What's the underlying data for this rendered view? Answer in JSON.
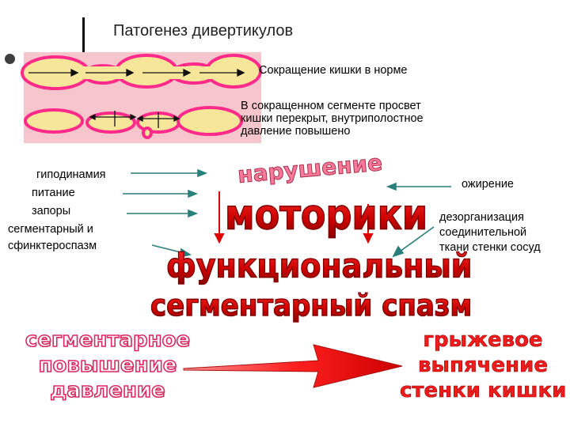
{
  "slide": {
    "title": "Патогенез дивертикулов",
    "note_normal": "Сокращение кишки в норме",
    "note_contracted": [
      "В сокращенном сегменте просвет",
      "кишки перекрыт, внутриполостное",
      "давление повышено"
    ],
    "left_factors": [
      "гиподинамия",
      "питание",
      "запоры",
      "сегментарный и",
      "сфинктероспазм"
    ],
    "right_factors": {
      "obesity": "ожирение",
      "tissue": [
        "дезорганизация",
        "соединительной",
        "ткани стенки сосуд"
      ]
    },
    "center": {
      "violation": "нарушение",
      "motility": "моторики",
      "functional": "функциональный",
      "spasm": "сегментарный спазм"
    },
    "bottom": {
      "left": [
        "сегментарное",
        "повышение",
        "давление"
      ],
      "right": [
        "грыжевое",
        "выпячение",
        "стенки кишки"
      ]
    },
    "colors": {
      "intestine_fill": "#f5e69a",
      "intestine_border": "#ff2a8a",
      "pink_background": "#f6c6cc",
      "accent_red": "#dd0000",
      "pink_text": "#ff7a9a"
    }
  }
}
